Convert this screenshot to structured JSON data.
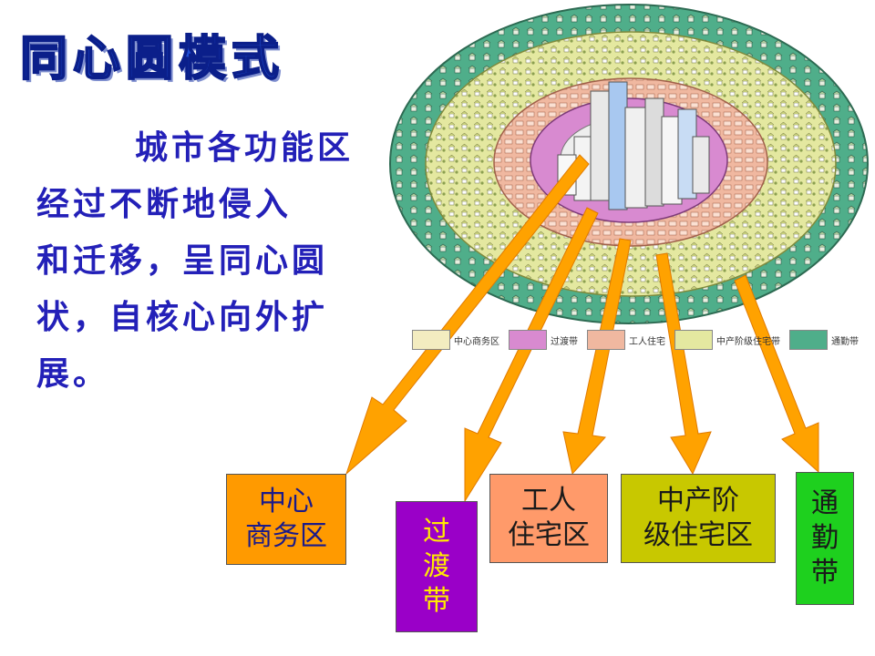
{
  "title": "同心圆模式",
  "description_lines": [
    "城市各功能区",
    "经过不断地侵入",
    "和迁移，呈同心圆",
    "状，自核心向外扩",
    "展。"
  ],
  "colors": {
    "title": "#1f4fd6",
    "body_text": "#2320b8",
    "arrow": "#ffa200",
    "zone_cbd": "#d8d8d8",
    "zone_transition": "#d88ad0",
    "zone_worker": "#f0b8a0",
    "zone_middle": "#e4e8a0",
    "zone_commuter": "#4fae8a"
  },
  "legend": [
    {
      "label": "中心商务区",
      "color": "#f3ecc0"
    },
    {
      "label": "过渡带",
      "color": "#d88ad0"
    },
    {
      "label": "工人住宅",
      "color": "#f0b8a0"
    },
    {
      "label": "中产阶级住宅带",
      "color": "#e4e8a0"
    },
    {
      "label": "通勤带",
      "color": "#4fae8a"
    }
  ],
  "labels": {
    "cbd": [
      "中心",
      "商务区"
    ],
    "transition": [
      "过",
      "渡",
      "带"
    ],
    "worker": [
      "工人",
      "住宅区"
    ],
    "middle": [
      "中产阶",
      "级住宅区"
    ],
    "commuter": [
      "通",
      "勤",
      "带"
    ]
  }
}
